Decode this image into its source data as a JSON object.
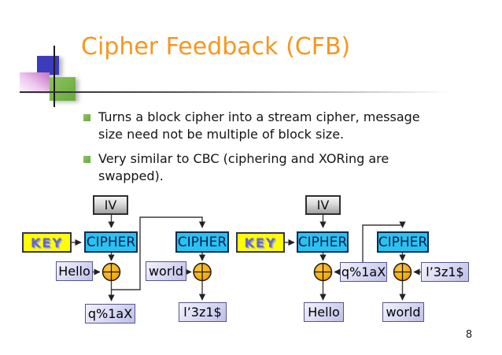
{
  "slide": {
    "title": "Cipher Feedback (CFB)",
    "page_number": "8",
    "bullets": [
      {
        "lines": [
          "Turns a block cipher into a stream cipher, message",
          "size need not be multiple of block size."
        ]
      },
      {
        "lines": [
          "Very similar to CBC (ciphering and XORing are",
          "swapped)."
        ]
      }
    ]
  },
  "diagram": {
    "encryption": {
      "iv": "IV",
      "key": "KEY",
      "cipher1": "CIPHER",
      "cipher2": "CIPHER",
      "plaintext1": "Hello",
      "plaintext2": "world",
      "ciphertext1": "q%1aX",
      "ciphertext2": "l’3z1$"
    },
    "decryption": {
      "iv": "IV",
      "key": "KEY",
      "cipher1": "CIPHER",
      "cipher2": "CIPHER",
      "ciphertext1": "q%1aX",
      "ciphertext2": "l’3z1$",
      "plaintext1": "Hello",
      "plaintext2": "world"
    }
  },
  "icons": {
    "xor": "xor-circle-plus"
  },
  "colors": {
    "title_orange": "#F6971F",
    "cipher_fill": "#29C3F0",
    "cipher_text": "#0A1A50",
    "key_fill": "#FFFF00",
    "key_text": "#6868C8",
    "data_box_fill": "#D9D9F3",
    "data_box_border": "#55558F",
    "iv_fill": "#CFCFCF",
    "xor_fill": "#F5A50A",
    "bullet_marker_green": "#69A83E",
    "wire": "#3A3A3A"
  }
}
